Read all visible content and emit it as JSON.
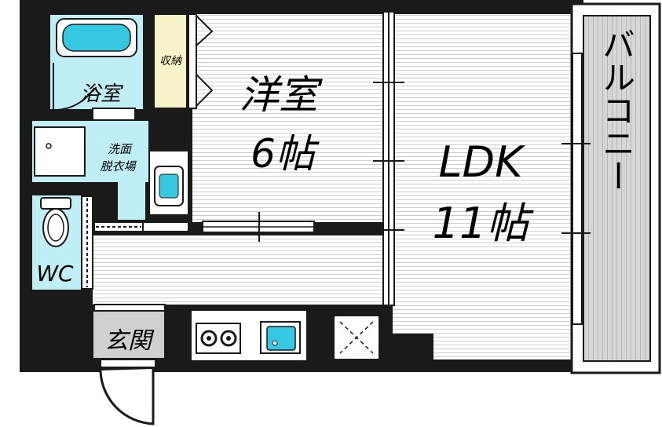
{
  "rooms": {
    "western_room": {
      "name": "洋室",
      "size": "6帖"
    },
    "ldk": {
      "name": "LDK",
      "size": "11帖"
    },
    "balcony": {
      "name": "バルコニー"
    },
    "bath": {
      "name": "浴室"
    },
    "washroom": {
      "name_line1": "洗面",
      "name_line2": "脱衣場"
    },
    "toilet": {
      "name": "WC"
    },
    "storage": {
      "name": "収納"
    },
    "entrance": {
      "name": "玄関"
    }
  },
  "colors": {
    "wall": "#1a1a1a",
    "floor_stripe": "#d8d8d8",
    "wet_area": "#bfeef5",
    "storage": "#f8f3c8",
    "balcony": "#d0d0d0",
    "fixture_accent": "#35c8e0"
  }
}
